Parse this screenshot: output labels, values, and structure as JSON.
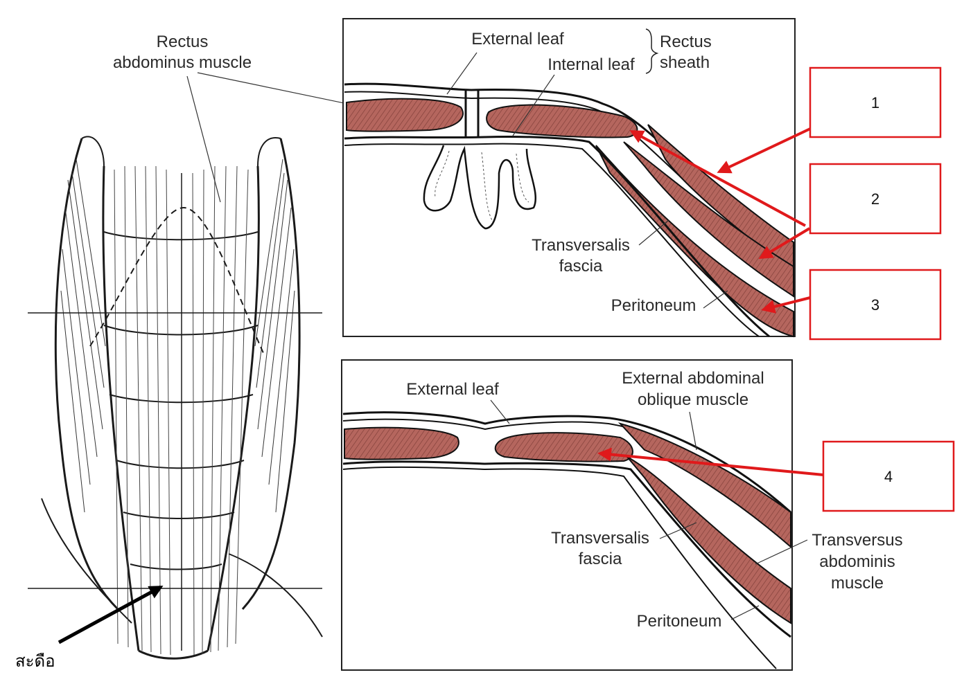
{
  "colors": {
    "muscle_fill": "#b5665e",
    "annotation_red": "#e0191b",
    "annotation_black": "#000000",
    "line_art": "#1a1a1a"
  },
  "left_figure": {
    "label_line1": "Rectus",
    "label_line2": "abdominus muscle",
    "thai_label": "สะดือ"
  },
  "top_panel": {
    "external_leaf": "External leaf",
    "internal_leaf": "Internal leaf",
    "rectus_line1": "Rectus",
    "rectus_line2": "sheath",
    "transversalis_line1": "Transversalis",
    "transversalis_line2": "fascia",
    "peritoneum": "Peritoneum"
  },
  "bottom_panel": {
    "external_leaf": "External leaf",
    "ext_oblique_line1": "External abdominal",
    "ext_oblique_line2": "oblique muscle",
    "transversalis_line1": "Transversalis",
    "transversalis_line2": "fascia",
    "transversus_line1": "Transversus",
    "transversus_line2": "abdominis",
    "transversus_line3": "muscle",
    "peritoneum": "Peritoneum"
  },
  "answer_boxes": [
    {
      "label": "1"
    },
    {
      "label": "2"
    },
    {
      "label": "3"
    },
    {
      "label": "4"
    }
  ]
}
